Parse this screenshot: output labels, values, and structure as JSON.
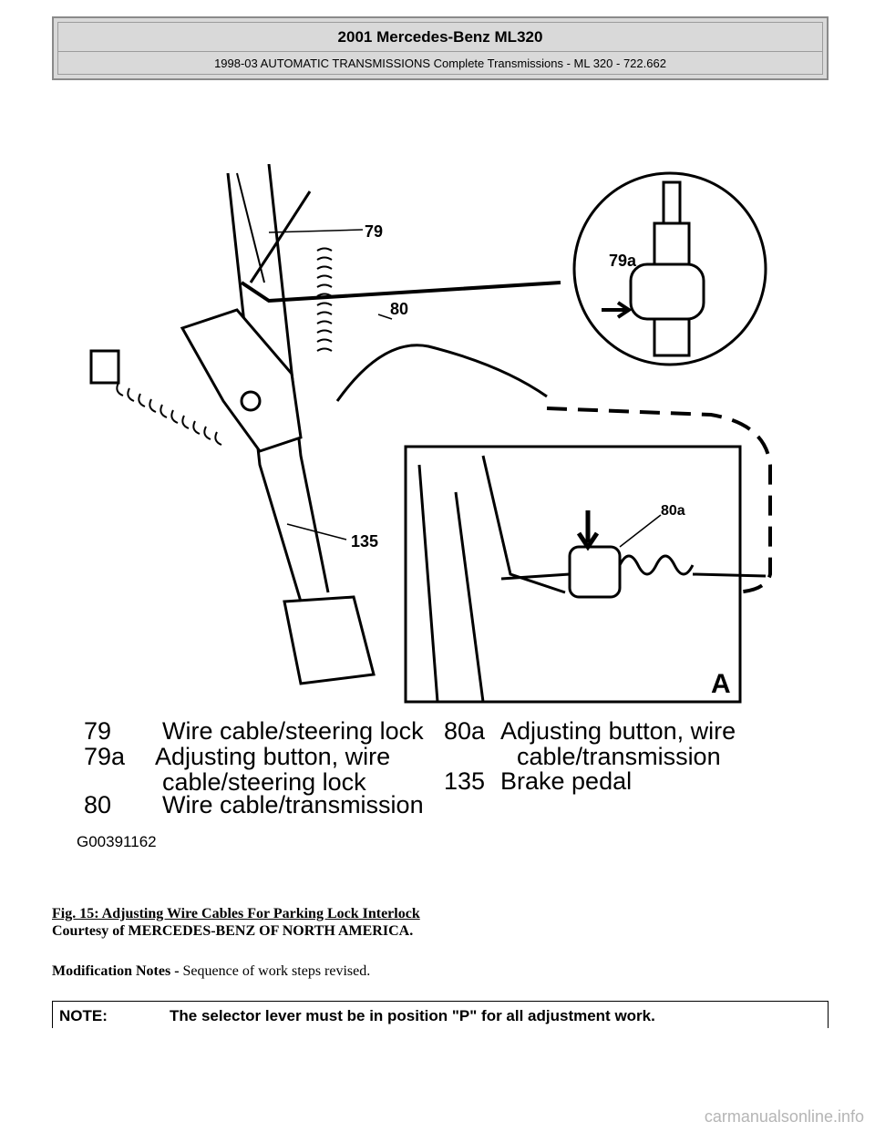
{
  "header": {
    "title": "2001 Mercedes-Benz ML320",
    "subtitle": "1998-03 AUTOMATIC TRANSMISSIONS Complete Transmissions - ML 320 - 722.662"
  },
  "figure": {
    "callouts": [
      "79",
      "80",
      "135",
      "79a",
      "80a",
      "A"
    ],
    "image_id": "G00391162",
    "legend": [
      {
        "num": "79",
        "text": "Wire cable/steering lock"
      },
      {
        "num": "79a",
        "text": "Adjusting button, wire",
        "text2": "cable/steering lock"
      },
      {
        "num": "80",
        "text": "Wire cable/transmission"
      },
      {
        "num": "80a",
        "text": "Adjusting button, wire",
        "text2": "cable/transmission"
      },
      {
        "num": "135",
        "text": "Brake pedal"
      }
    ]
  },
  "caption": "Fig. 15: Adjusting Wire Cables For Parking Lock Interlock",
  "courtesy": "Courtesy of MERCEDES-BENZ OF NORTH AMERICA.",
  "modification": {
    "label": "Modification Notes -",
    "text": " Sequence of work steps revised."
  },
  "note": {
    "label": "NOTE:",
    "text": "The selector lever must be in position \"P\" for all adjustment work."
  },
  "watermark": "carmanualsonline.info"
}
